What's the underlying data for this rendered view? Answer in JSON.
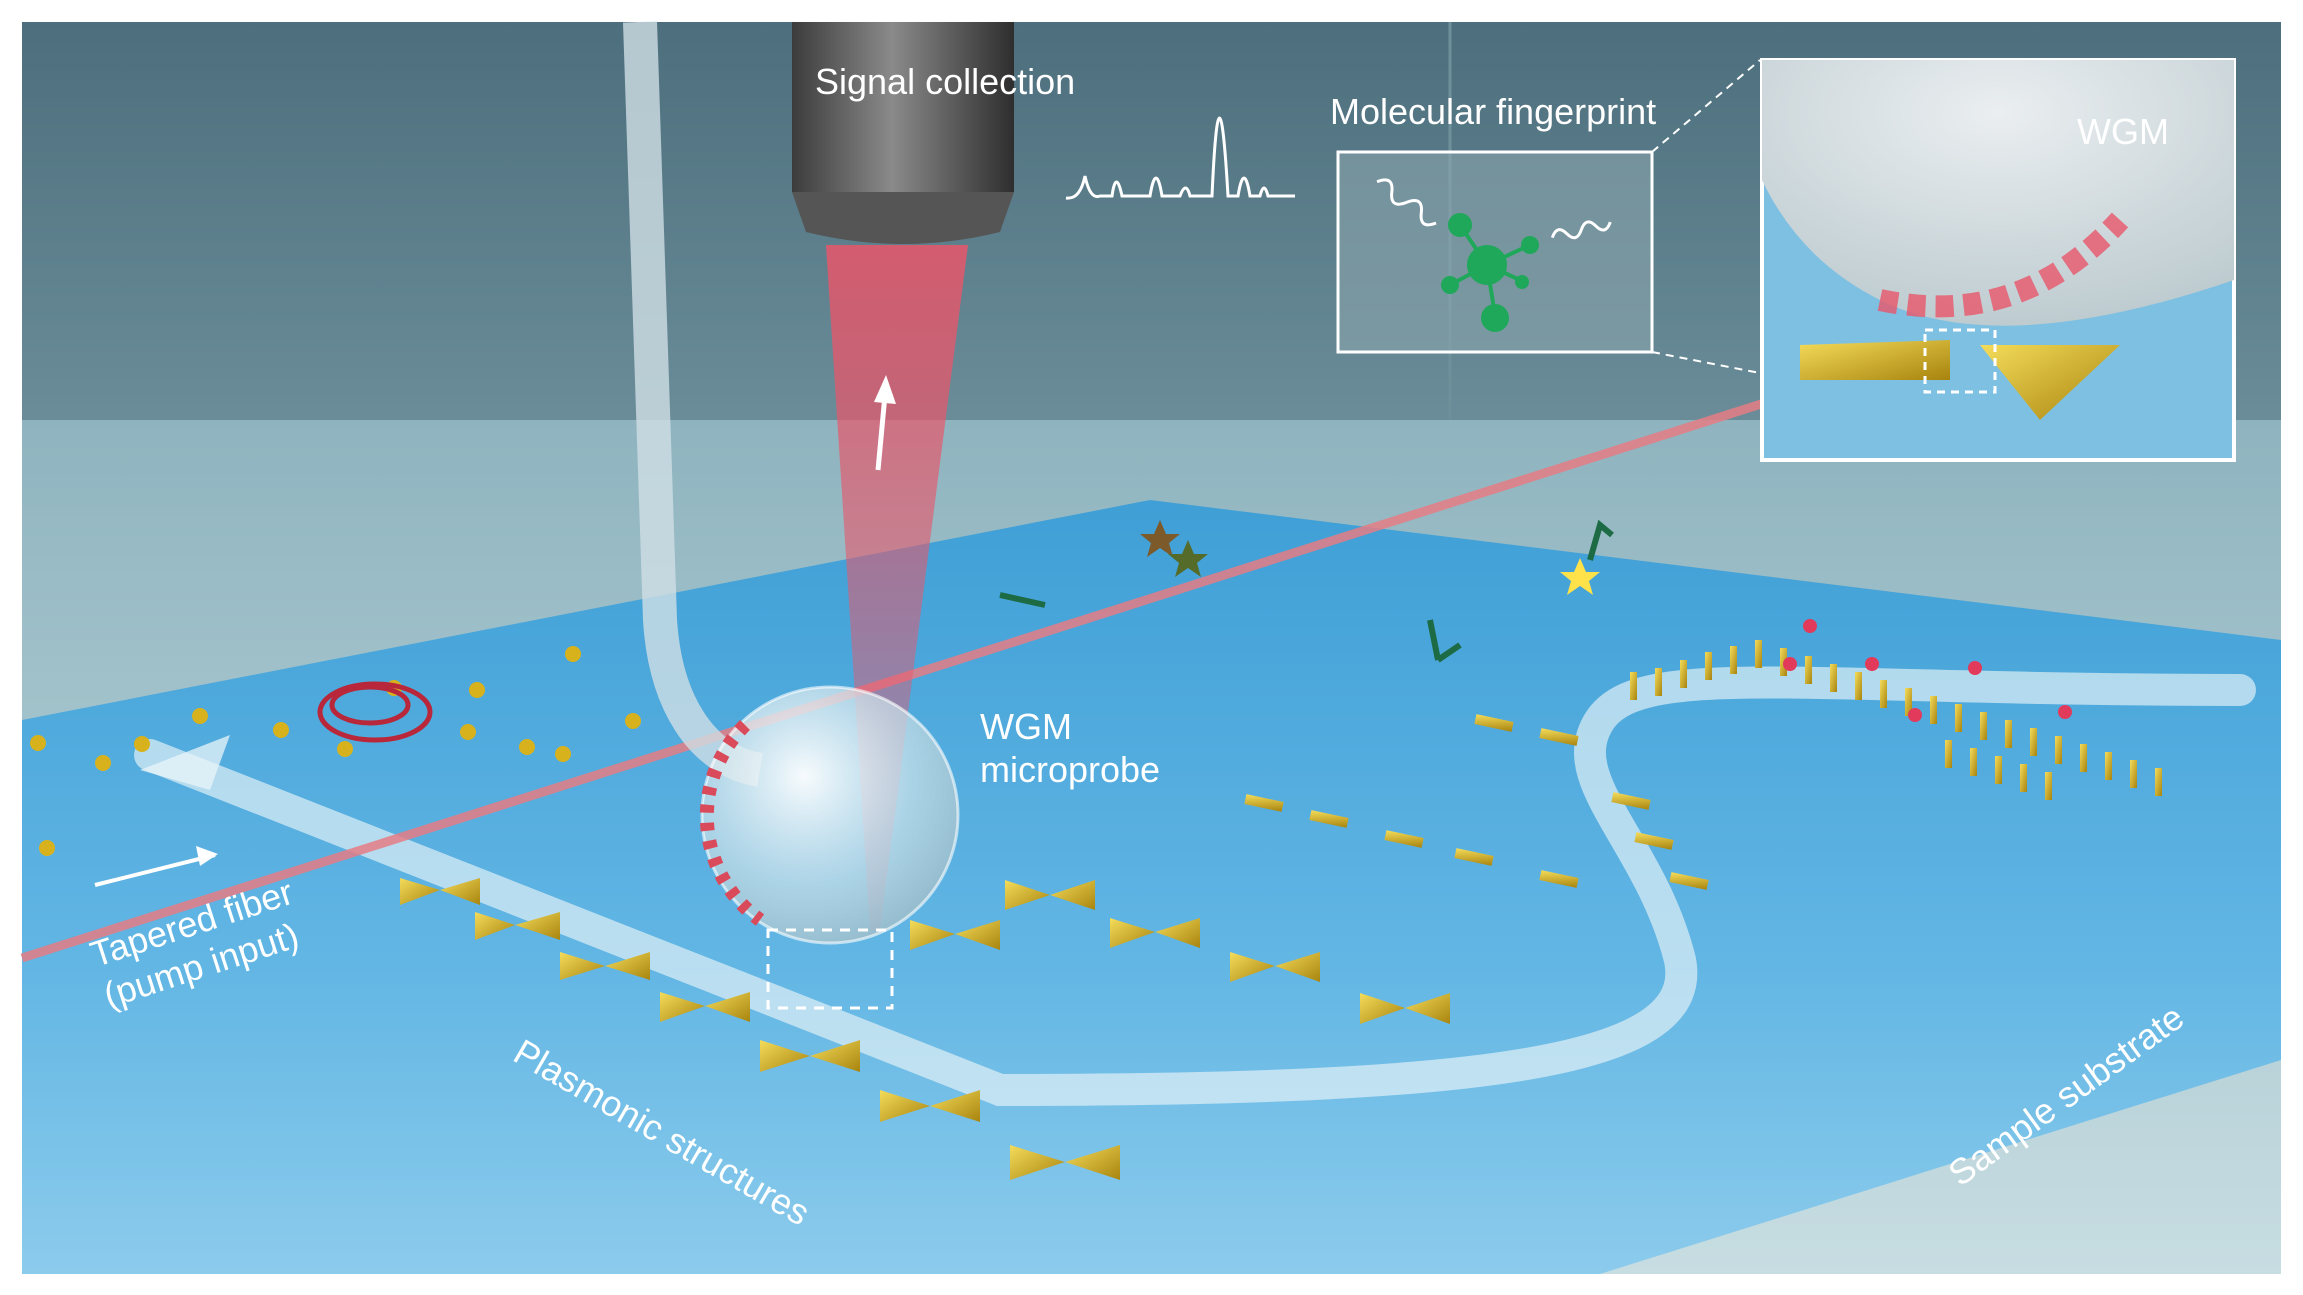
{
  "labels": {
    "signal_collection": "Signal collection",
    "molecular_fingerprint": "Molecular fingerprint",
    "wgm_inset": "WGM",
    "wgm_microprobe": "WGM microprobe",
    "tapered_fiber": "Tapered fiber (pump input)",
    "plasmonic_structures": "Plasmonic structures",
    "sample_substrate": "Sample substrate"
  },
  "icons": {
    "objective": "objective-lens-icon",
    "spectrum": "raman-spectrum-icon",
    "molecule": "molecule-icon",
    "incident_wave": "incident-wave-icon",
    "scattered_wave": "scattered-wave-icon"
  },
  "colors": {
    "room_wall": "#5a7f8c",
    "substrate": "#5ab4e6",
    "gold": "#d8b21c",
    "laser_red": "#e8566a",
    "molecule_green": "#1fa85a",
    "microsphere": "#dce9ee"
  }
}
